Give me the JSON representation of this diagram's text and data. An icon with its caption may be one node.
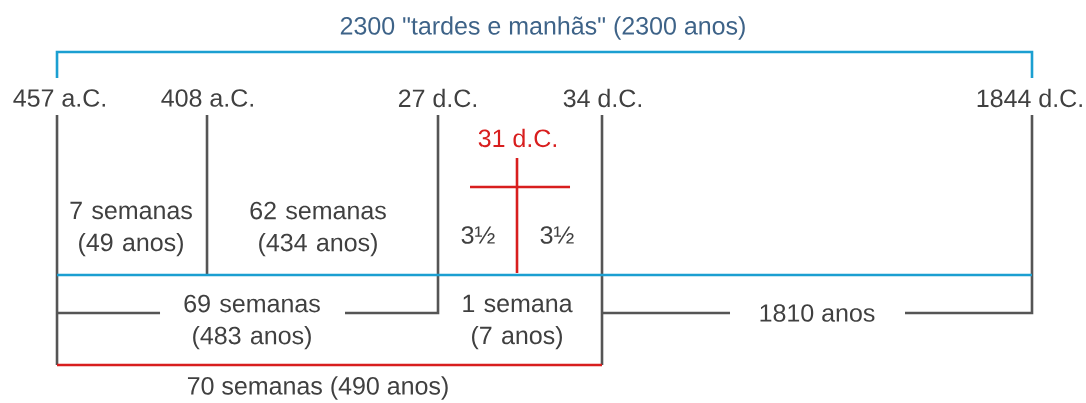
{
  "diagram": {
    "labels": [
      "2300 \"tardes e manhãs\" (2300 anos)",
      "457 a.C.",
      "408 a.C.",
      "27 d.C.",
      "34 d.C.",
      "1844 d.C.",
      "31 d.C.",
      "7 semanas (49 anos)",
      "62 semanas (434 anos)",
      "3½",
      "3½",
      "69 semanas (483 anos)",
      "1 semana (7 anos)",
      "1810 anos",
      "70 semanas (490 anos)"
    ]
  }
}
